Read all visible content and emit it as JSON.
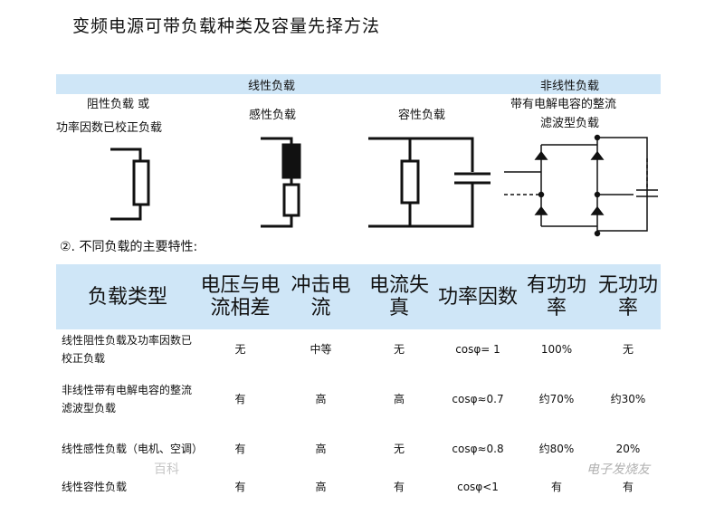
{
  "title": "变频电源可带负载种类及容量先择方法",
  "diagram": {
    "linear_header": "线性负载",
    "nonlinear_header": "非线性负载",
    "resistive_label_1": "阻性负载 或",
    "resistive_label_2": "功率因数已校正负载",
    "inductive_label": "感性负载",
    "capacitive_label": "容性负载",
    "rectifier_label_1": "带有电解电容的整流",
    "rectifier_label_2": "滤波型负载"
  },
  "subtitle": "②. 不同负载的主要特性:",
  "table": {
    "headers": [
      "负载类型",
      "电压与电流相差",
      "冲击电流",
      "电流失真",
      "功率因数",
      "有功功率",
      "无功功率"
    ],
    "rows": [
      [
        "线性阻性负载及功率因数已校正负载",
        "无",
        "中等",
        "无",
        "cosφ= 1",
        "100%",
        "无"
      ],
      [
        "非线性带有电解电容的整流滤波型负载",
        "有",
        "高",
        "高",
        "cosφ≈0.7",
        "约70%",
        "约30%"
      ],
      [
        "线性感性负载（电机、空调）",
        "有",
        "高",
        "无",
        "cosφ≈0.8",
        "约80%",
        "20%"
      ],
      [
        "线性容性负载",
        "有",
        "高",
        "有",
        "cosφ<1",
        "有",
        "有"
      ]
    ]
  },
  "watermark": "百科",
  "logo": "电子发烧友"
}
